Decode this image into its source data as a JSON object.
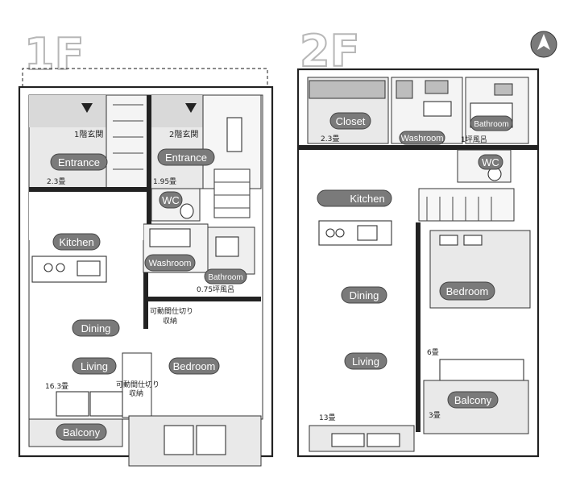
{
  "floors": {
    "first": {
      "title": "1F",
      "labels": {
        "entrance1_jp": "1階玄関",
        "entrance2_jp": "2階玄関",
        "entrance_a": "Entrance",
        "entrance_b": "Entrance",
        "wc": "WC",
        "kitchen": "Kitchen",
        "washroom": "Washroom",
        "bathroom": "Bathroom",
        "dining": "Dining",
        "living": "Living",
        "bedroom": "Bedroom",
        "balcony": "Balcony"
      },
      "notes": {
        "entrance_a_size": "2.3畳",
        "entrance_b_size": "1.95畳",
        "bath_size": "0.75坪風呂",
        "storage_1_line1": "可動間仕切り",
        "storage_1_line2": "収納",
        "living_size": "16.3畳",
        "storage_2_line1": "可動間仕切り",
        "storage_2_line2": "収納"
      }
    },
    "second": {
      "title": "2F",
      "labels": {
        "closet": "Closet",
        "washroom": "Washroom",
        "bathroom": "Bathroom",
        "wc": "WC",
        "kitchen": "Kitchen",
        "dining": "Dining",
        "living": "Living",
        "bedroom": "Bedroom",
        "balcony": "Balcony"
      },
      "notes": {
        "closet_size": "2.3畳",
        "bath_size": "1坪風呂",
        "bedroom_size": "6畳",
        "balcony_size": "3畳",
        "living_size": "13畳"
      }
    }
  },
  "compass": {
    "icon": "north-arrow-icon"
  }
}
